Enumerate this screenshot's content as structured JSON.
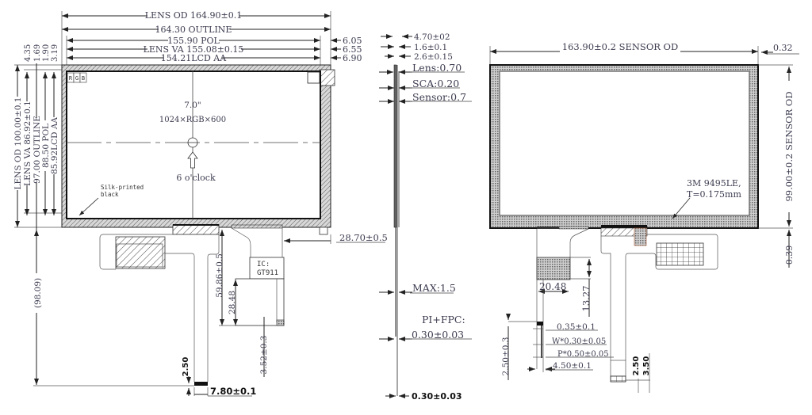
{
  "front_view": {
    "top_dims": {
      "lens_od": "LENS OD 164.90±0.1",
      "outline": "164.30 OUTLINE",
      "pol": "155.90 POL",
      "lens_va": "LENS VA 155.08±0.15",
      "lcd_aa": "154.21LCD AA"
    },
    "right_offsets": [
      "6.05",
      "6.55",
      "6.90"
    ],
    "left_top_offsets": [
      "4.35",
      "1.69",
      "1.90",
      "3.19"
    ],
    "left_dims": {
      "lens_od": "LENS OD 100.00±0.1",
      "lens_va": "LENS VA 86.92±0.1",
      "outline": "97.00 OUTLINE",
      "pol": "88.50 POL",
      "lcd_aa": "85.92LCD AA"
    },
    "rgb_labels": [
      "R",
      "G",
      "B"
    ],
    "size": "7.0\"",
    "resolution": "1024×RGB×600",
    "viewing_direction": "6 o'clock",
    "silk_note_line1": "Silk-printed",
    "silk_note_line2": "black",
    "overall_height": "(98.09)",
    "fpc_offset": "28.70±0.5",
    "fpc_length": "59.86±0.5",
    "ic_label_line1": "IC:",
    "ic_label_line2": "GT911",
    "ic_offset": "28.48",
    "tail_offset": "3.52±0.3",
    "tail_height": "2.50",
    "tail_width": "7.80±0.1"
  },
  "side_view": {
    "total_thickness": "4.70±02",
    "dim_a": "1.6±0.1",
    "dim_b": "2.6±0.15",
    "lens": "Lens:0.70",
    "sca": "SCA:0.20",
    "sensor": "Sensor:0.7",
    "max": "MAX:1.5",
    "pi_fpc_line1": "PI+FPC:",
    "pi_fpc_line2": "0.30±0.03",
    "tail_thickness": "0.30±0.03"
  },
  "sensor_view": {
    "width": "163.90±0.2 SENSOR OD",
    "right_offset": "0.32",
    "height": "99.00±0.2 SENSOR OD",
    "bottom_offset": "0.39",
    "adhesive_line1": "3M 9495LE,",
    "adhesive_line2": "T=0.175mm",
    "stiffener_width": "20.48",
    "stiffener_height": "13.27",
    "pin_gap": "0.35±0.1",
    "pin_width": "W*0.30±0.05",
    "pin_pitch": "P*0.50±0.05",
    "pin_span": "4.50±0.1",
    "tail_offset": "2.50±0.3",
    "tail_a": "2.50",
    "tail_b": "3.50"
  }
}
